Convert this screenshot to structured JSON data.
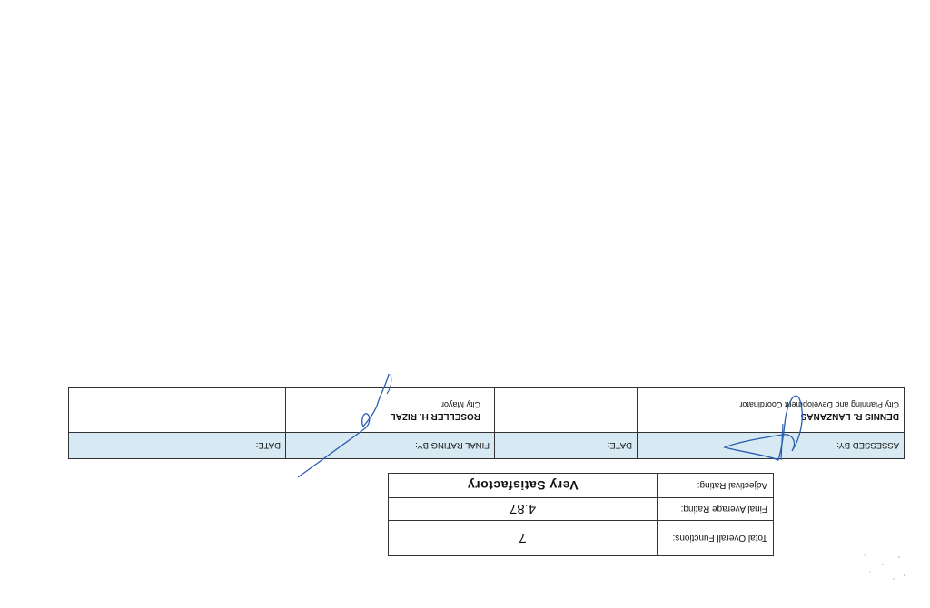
{
  "rating_summary": {
    "rows": [
      {
        "label": "Total Overall Functions:",
        "value": "7"
      },
      {
        "label": "Final Average Rating:",
        "value": "4.87"
      },
      {
        "label": "Adjectival Rating:",
        "value": "Very Satisfactory"
      }
    ]
  },
  "signatures": {
    "assessed_by_label": "ASSESSED BY:",
    "date_label_1": "DATE:",
    "final_rating_by_label": "FINAL RATING BY:",
    "date_label_2": "DATE:",
    "assessor_name": "DENNIS R. LANZANAS",
    "assessor_title": "City Planning and Development Coordinator",
    "final_rater_name": "ROSELLER H. RIZAL",
    "final_rater_title": "City Mayor"
  },
  "colors": {
    "header_fill": "#d7e9f3",
    "ink": "#2a5db0"
  }
}
